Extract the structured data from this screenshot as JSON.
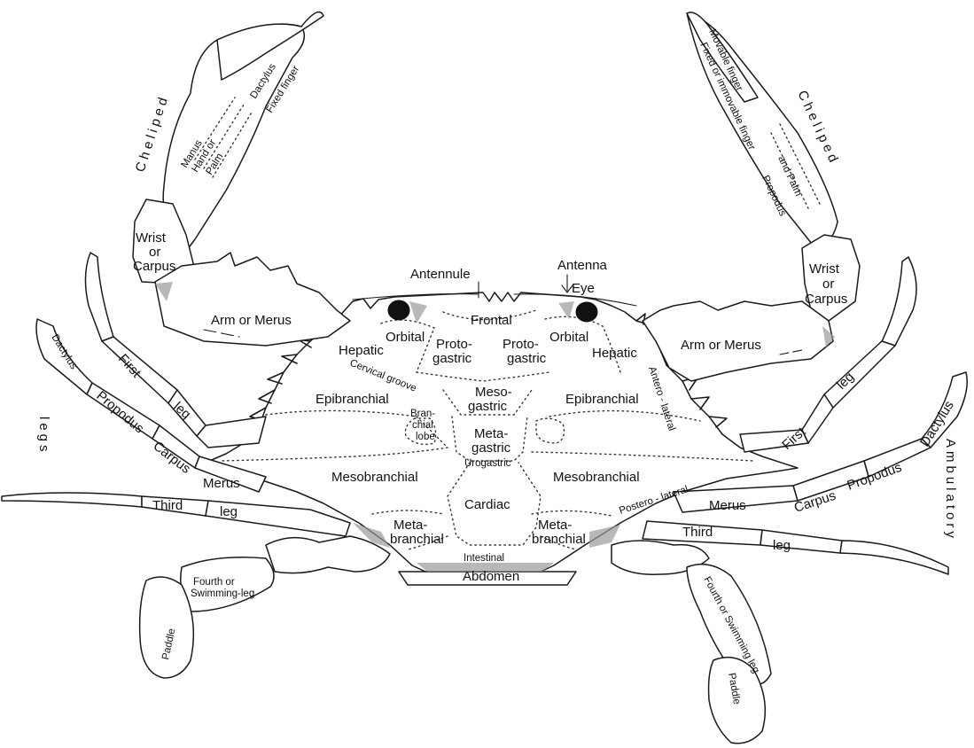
{
  "labels": {
    "cheliped_left": "Cheliped",
    "cheliped_right": "Cheliped",
    "dactylus_left_claw": "Dactylus",
    "fixed_finger_left": "Fixed finger",
    "manus_left": "Manus",
    "hand_or_left": "Hand or",
    "palm_left": "Palm",
    "wrist_or_left": "Wrist",
    "or_left": "or",
    "carpus_left_claw": "Carpus",
    "arm_merus_left": "Arm or Merus",
    "antennule": "Antennule",
    "antenna": "Antenna",
    "eye": "Eye",
    "frontal": "Frontal",
    "orbital_left": "Orbital",
    "orbital_right": "Orbital",
    "protogastric_left_1": "Proto-",
    "protogastric_left_2": "gastric",
    "protogastric_right_1": "Proto-",
    "protogastric_right_2": "gastric",
    "hepatic_left": "Hepatic",
    "hepatic_right": "Hepatic",
    "cervical_groove": "Cervical groove",
    "epibranchial_left": "Epibranchial",
    "epibranchial_right": "Epibranchial",
    "mesogastric_1": "Meso-",
    "mesogastric_2": "gastric",
    "branchial_lobe_1": "Bran-",
    "branchial_lobe_2": "chial",
    "branchial_lobe_3": "lobe",
    "metagastric_1": "Meta-",
    "metagastric_2": "gastric",
    "urogastric": "Urogastric",
    "mesobranchial_left": "Mesobranchial",
    "mesobranchial_right": "Mesobranchial",
    "cardiac": "Cardiac",
    "metabranchial_left_1": "Meta-",
    "metabranchial_left_2": "branchial",
    "metabranchial_right_1": "Meta-",
    "metabranchial_right_2": "branchial",
    "intestinal": "Intestinal",
    "abdomen": "Abdomen",
    "antero_lateral": "Antero - lateral",
    "postero_lateral": "Postero - lateral",
    "dactylus_leg_left": "Dactylus",
    "propodus_leg_left": "Propodus",
    "carpus_leg_left": "Carpus",
    "merus_leg_left": "Merus",
    "first_left": "First",
    "leg_first_left": "leg",
    "third_left": "Third",
    "leg_third_left": "leg",
    "fourth_or_left": "Fourth or",
    "swimming_leg_left": "Swimming-leg",
    "paddle_left": "Paddle",
    "legs": "legs",
    "movable_finger": "Movable finger",
    "fixed_immovable_finger": "Fixed or immovable finger",
    "and_palm": "and Palm",
    "propodus_claw_right": "Propodus",
    "wrist_right": "Wrist",
    "or_right": "or",
    "carpus_right_claw": "Carpus",
    "arm_merus_right": "Arm or Merus",
    "first_right": "First",
    "leg_first_right": "leg",
    "dactylus_leg_right": "Dactylus",
    "propodus_leg_right": "Propodus",
    "carpus_leg_right": "Carpus",
    "merus_leg_right": "Merus",
    "third_right": "Third",
    "leg_third_right": "leg",
    "fourth_swimming_right": "Fourth or Swimming leg",
    "paddle_right": "Paddle",
    "ambulatory": "Ambulatory"
  }
}
